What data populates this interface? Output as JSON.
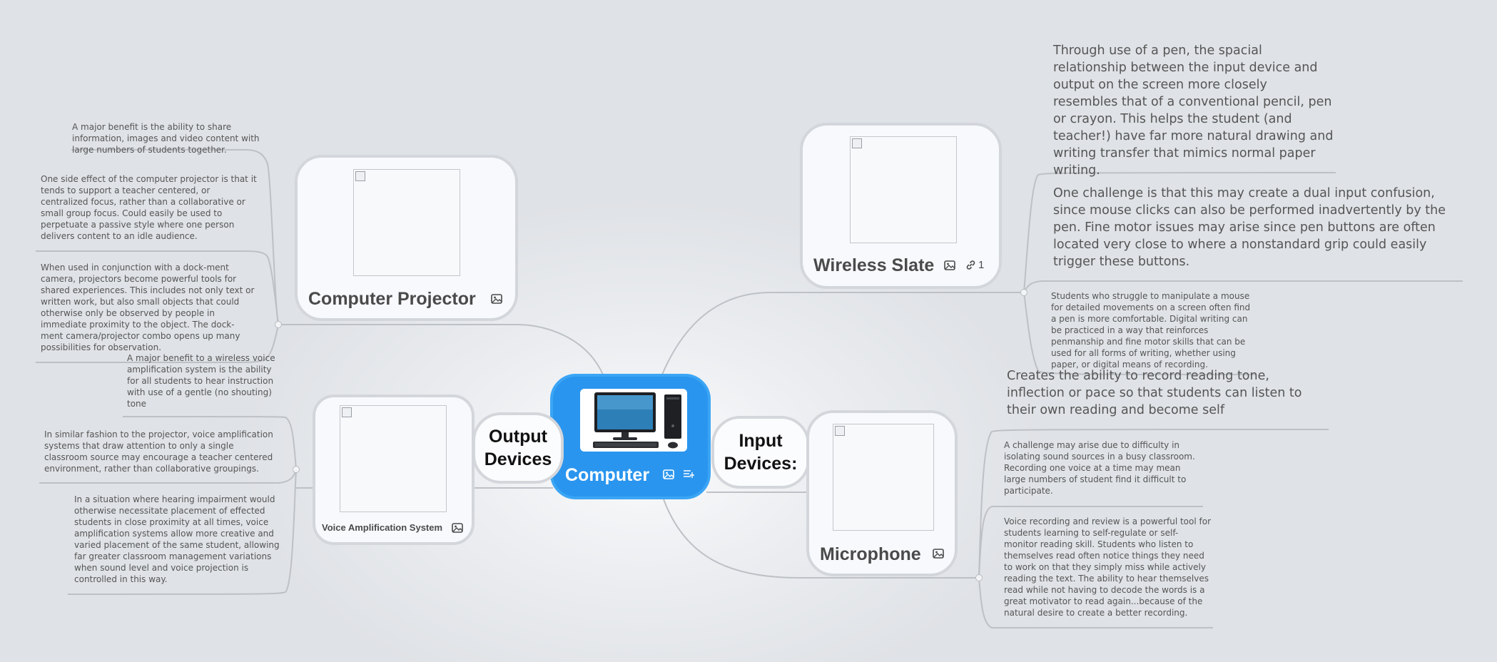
{
  "colors": {
    "central_fill": "#2a95ee",
    "node_border": "#d3d6db",
    "connector": "#bdc1c6",
    "background": "#dfe2e6"
  },
  "central": {
    "title": "Computer",
    "icons": [
      "image-icon",
      "notes-icon"
    ]
  },
  "labels": {
    "output": "Output Devices",
    "input": "Input Devices:"
  },
  "nodes": {
    "projector": {
      "title": "Computer Projector",
      "icon": "image-icon",
      "notes": [
        "A major benefit is the ability to share information, images and video content with large numbers of students together.",
        "One side effect of the computer projector is that it tends to support a teacher centered, or centralized focus, rather than a collaborative or small group focus.  Could easily be used to perpetuate a passive style where one person delivers content to an idle audience.",
        "When used in conjunction with a dock-ment camera, projectors become powerful tools for shared experiences.  This includes not only text or written work, but also small objects that could otherwise only be observed by people in immediate proximity to the object.  The dock-ment camera/projector combo opens up many possibilities for observation."
      ]
    },
    "voice": {
      "title": "Voice Amplification System",
      "icon": "image-icon",
      "notes": [
        "A major benefit to a wireless voice amplification system is the ability for all students to hear instruction with use of a gentle (no shouting) tone",
        "In similar fashion to the projector, voice amplification systems that draw attention to only a single classroom source may encourage a teacher centered environment, rather than collaborative groupings.",
        "In a situation where hearing impairment would otherwise necessitate placement of effected students in close proximity at all times, voice amplification systems allow more creative and varied placement of the same student, allowing far greater classroom management variations when sound level and voice projection is controlled in this way."
      ]
    },
    "slate": {
      "title": "Wireless Slate",
      "icon": "image-icon",
      "link_count": "1",
      "notes": [
        "Through use of a pen, the spacial relationship between the input device and output on the screen more closely resembles that of a conventional pencil, pen or crayon. This helps the student (and teacher!) have far more natural drawing and writing transfer that mimics normal paper writing.",
        "One challenge is that this may create a dual input confusion, since mouse clicks can also be performed inadvertently by the pen. Fine motor issues may arise since pen buttons are often located very close to where a nonstandard grip could easily trigger these buttons.",
        "Students who struggle to manipulate a mouse for detailed movements on a screen often find a pen is more comfortable.  Digital writing can be practiced in a way that reinforces penmanship and fine motor skills that can be used for all forms of writing, whether using paper, or digital means of recording."
      ]
    },
    "microphone": {
      "title": "Microphone",
      "icon": "image-icon",
      "notes": [
        "Creates the ability to record reading tone, inflection or pace so that students can listen to their own reading and become self",
        "A challenge may arise due to difficulty in isolating sound sources in a busy classroom.  Recording one voice at a time may mean large numbers of student find it difficult to participate.",
        "Voice recording and review is a powerful tool for students learning to self-regulate or self-monitor reading skill.  Students who listen to themselves read often notice things they need to work on that they simply miss while actively reading the text. The ability to hear themselves read while not having to decode the words is a great motivator to read again...because of the natural desire to create a better recording."
      ]
    }
  }
}
